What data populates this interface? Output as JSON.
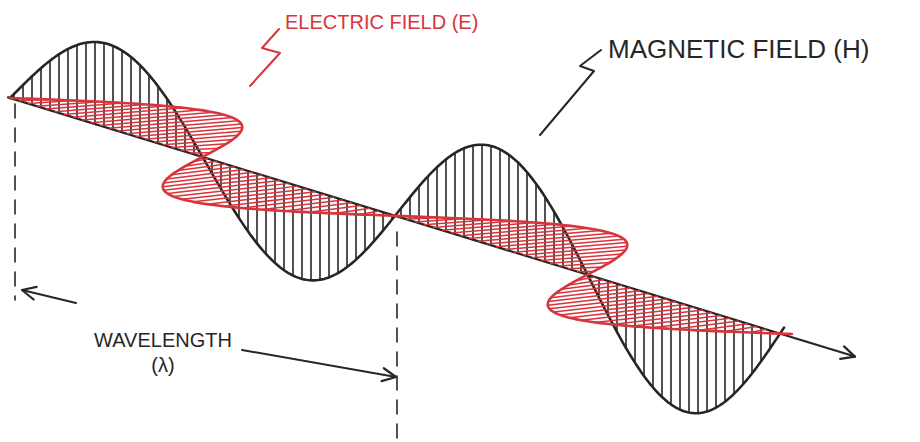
{
  "diagram": {
    "labels": [
      "ELECTRIC FIELD (E)",
      "MAGNETIC FIELD (H)",
      "WAVELENGTH (λ)"
    ]
  }
}
